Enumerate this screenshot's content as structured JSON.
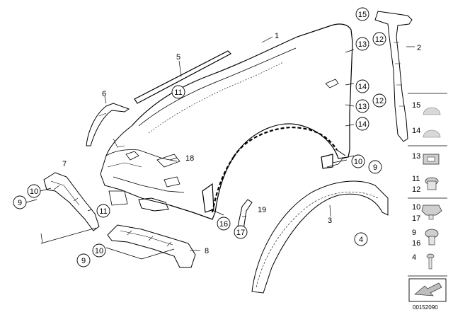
{
  "callouts": {
    "c1": "1",
    "c2": "2",
    "c3": "3",
    "c4": "4",
    "c5": "5",
    "c6": "6",
    "c7": "7",
    "c8": "8",
    "c9a": "9",
    "c9b": "9",
    "c9c": "9",
    "c10a": "10",
    "c10b": "10",
    "c10c": "10",
    "c11a": "11",
    "c11b": "11",
    "c12a": "12",
    "c12b": "12",
    "c13a": "13",
    "c13b": "13",
    "c14a": "14",
    "c14b": "14",
    "c15": "15",
    "c16": "16",
    "c17": "17",
    "c18": "18",
    "c19": "19"
  },
  "legend": {
    "l15": "15",
    "l14": "14",
    "l13": "13",
    "l11": "11",
    "l12": "12",
    "l10": "10",
    "l17": "17",
    "l9": "9",
    "l16": "16",
    "l4": "4"
  },
  "diagram_ref": "00152090",
  "icons": {
    "arrow": "arrow-icon",
    "cap": "cap-icon",
    "nut": "nut-icon",
    "clip": "clip-icon",
    "screw": "screw-icon"
  }
}
